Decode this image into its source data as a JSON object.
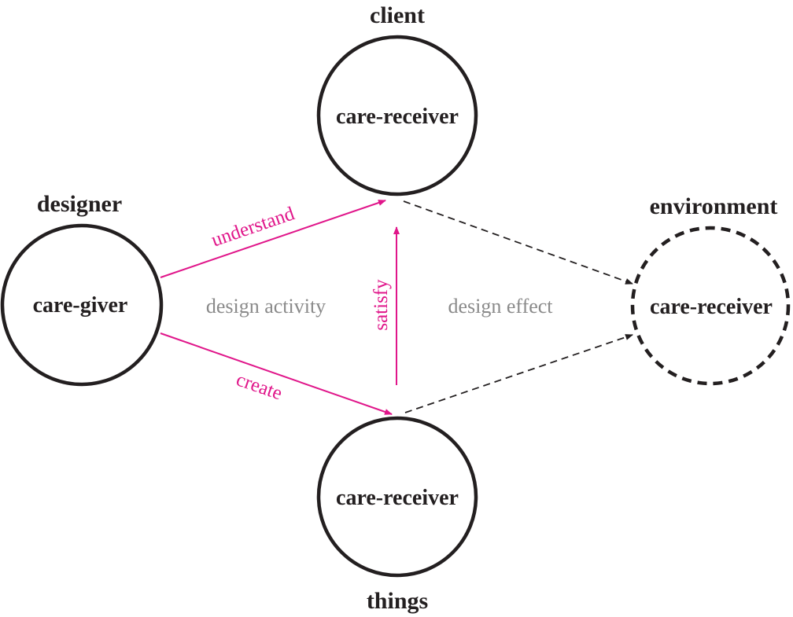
{
  "colors": {
    "ink": "#231f20",
    "accent": "#e0168a",
    "muted": "#8a8a8a"
  },
  "nodes": {
    "designer": {
      "role": "designer",
      "label": "care-giver"
    },
    "client": {
      "role": "client",
      "label": "care-receiver"
    },
    "things": {
      "role": "things",
      "label": "care-receiver"
    },
    "environment": {
      "role": "environment",
      "label": "care-receiver"
    }
  },
  "edges": {
    "understand": "understand",
    "create": "create",
    "satisfy": "satisfy"
  },
  "regions": {
    "activity": "design activity",
    "effect": "design effect"
  }
}
